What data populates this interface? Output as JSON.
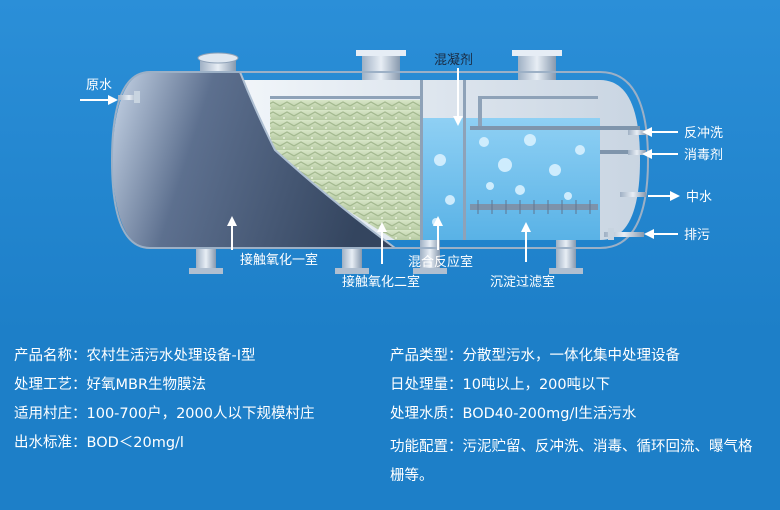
{
  "diagram": {
    "labels": {
      "raw_water": "原水",
      "coagulant": "混凝剂",
      "backwash": "反冲洗",
      "disinfectant": "消毒剂",
      "reclaimed_water": "中水",
      "discharge": "排污",
      "contact_oxidation_1": "接触氧化一室",
      "contact_oxidation_2": "接触氧化二室",
      "mixing_reaction": "混合反应室",
      "sedimentation_filtration": "沉淀过滤室"
    }
  },
  "colors": {
    "background": "#1d7fc8",
    "tank_body": "#5a6e8a",
    "text": "#ffffff",
    "label_dark": "#1a2c44"
  },
  "info": {
    "left": [
      {
        "label": "产品名称：",
        "value": "农村生活污水处理设备-Ⅰ型"
      },
      {
        "label": "处理工艺：",
        "value": "好氧MBR生物膜法"
      },
      {
        "label": "适用村庄：",
        "value": "100-700户，2000人以下规模村庄"
      },
      {
        "label": "出水标准：",
        "value": "BOD＜20mg/l"
      }
    ],
    "right": [
      {
        "label": "产品类型：",
        "value": "分散型污水，一体化集中处理设备"
      },
      {
        "label": "日处理量：",
        "value": "10吨以上，200吨以下"
      },
      {
        "label": "处理水质：",
        "value": "BOD40-200mg/l生活污水"
      },
      {
        "label": "功能配置：",
        "value": "污泥贮留、反冲洗、消毒、循环回流、曝气格栅等。"
      }
    ]
  }
}
